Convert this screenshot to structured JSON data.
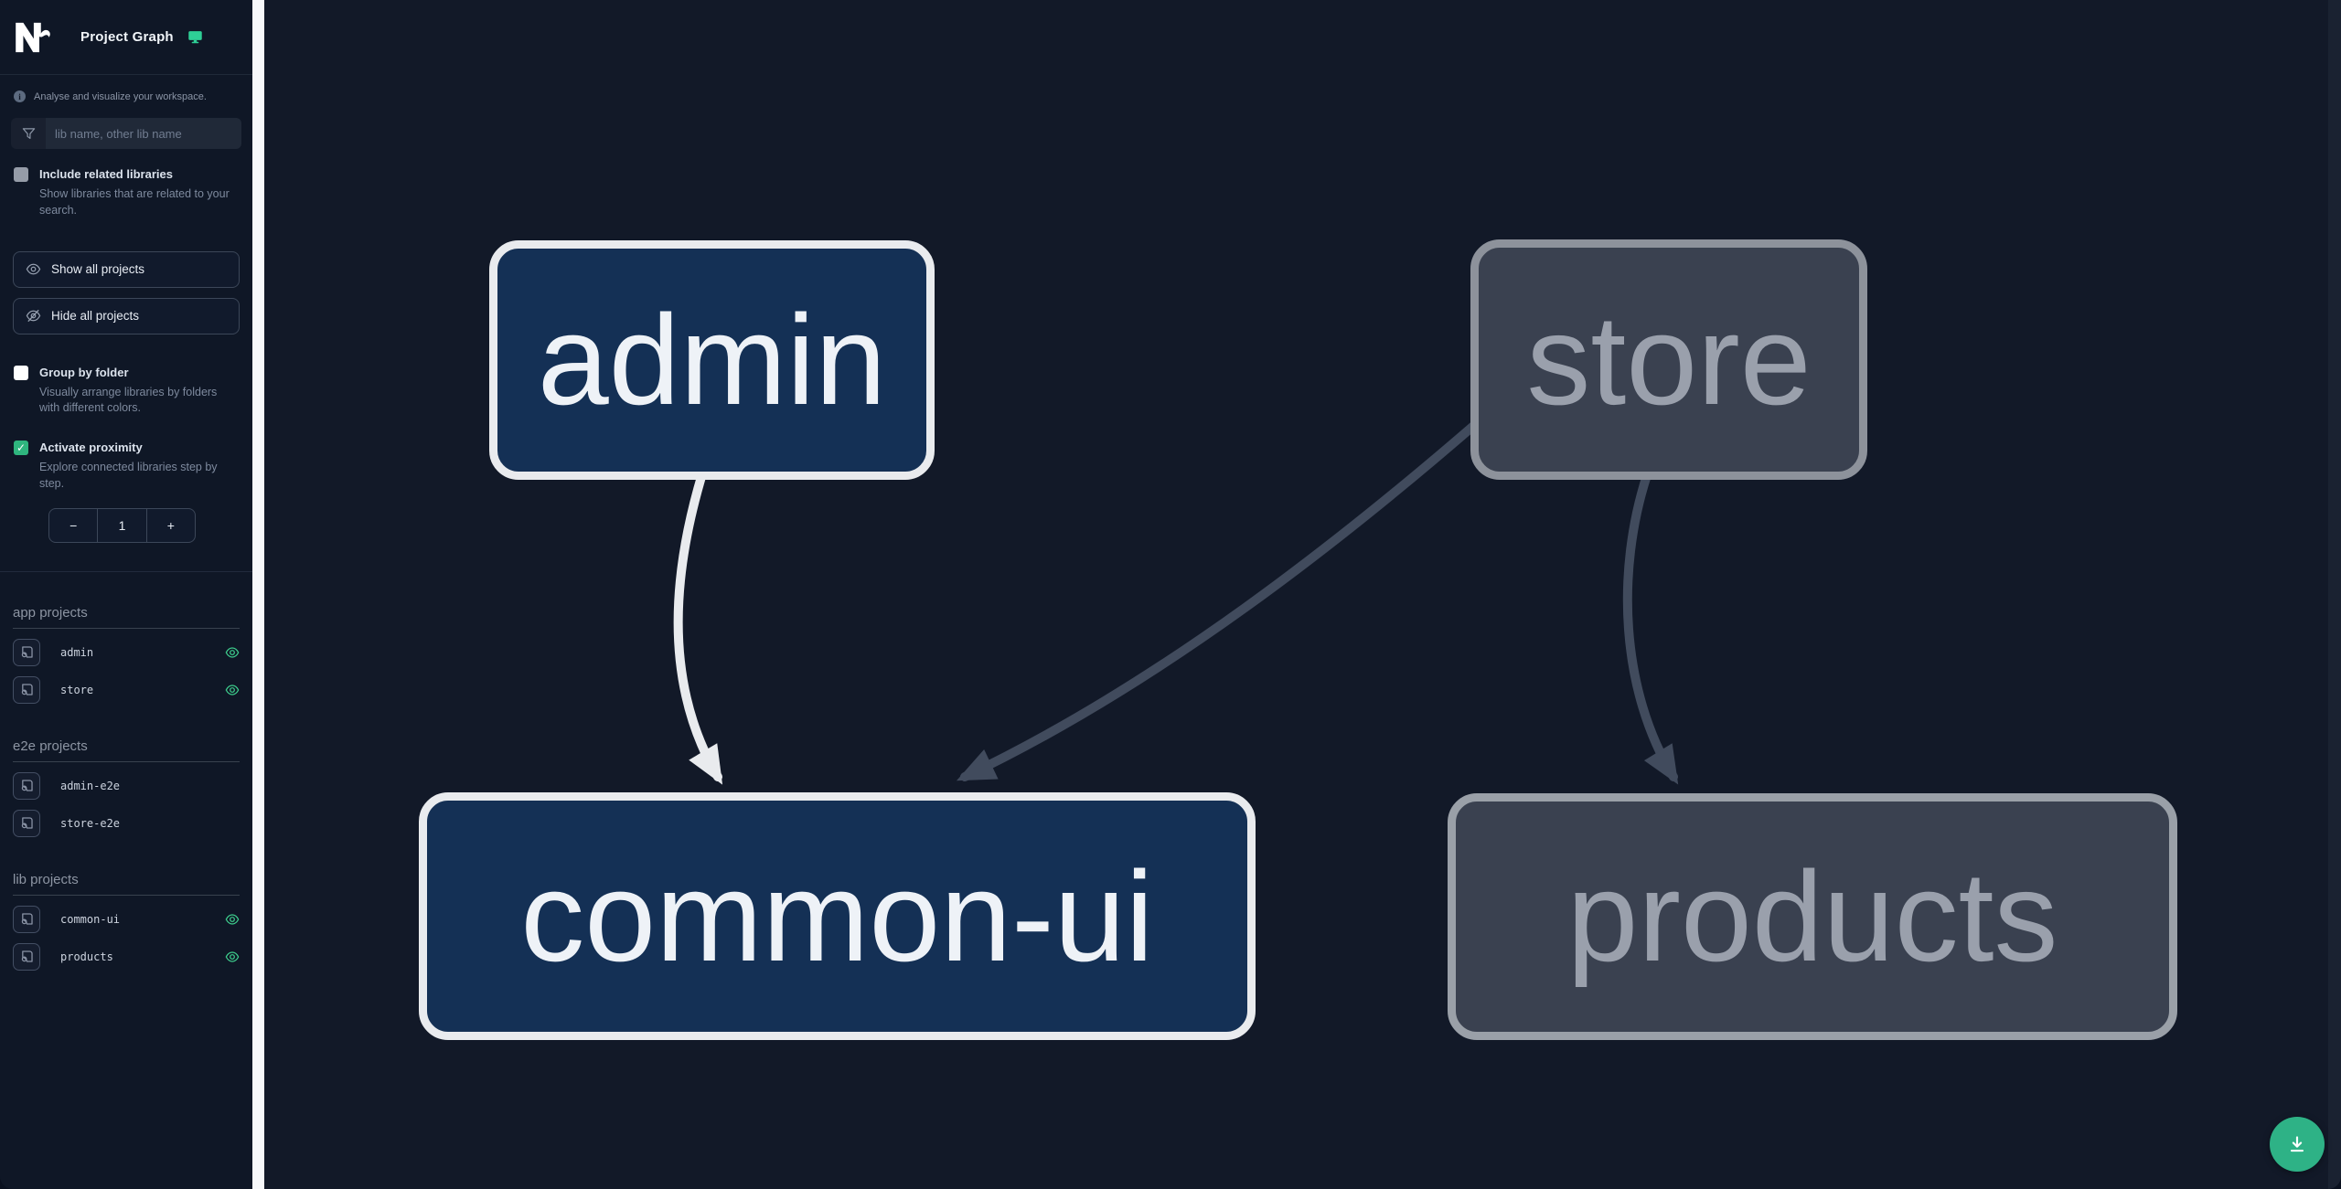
{
  "app": {
    "title": "Project Graph"
  },
  "sidebar": {
    "tagline": "Analyse and visualize your workspace.",
    "search": {
      "placeholder": "lib name, other lib name",
      "value": ""
    },
    "toggles": {
      "related": {
        "label": "Include related libraries",
        "description": "Show libraries that are related to your search.",
        "checked": false
      },
      "group": {
        "label": "Group by folder",
        "description": "Visually arrange libraries by folders with different colors.",
        "checked": false
      },
      "proximity": {
        "label": "Activate proximity",
        "description": "Explore connected libraries step by step.",
        "checked": true,
        "checkmark": "✓"
      }
    },
    "actions": {
      "show_all": "Show all projects",
      "hide_all": "Hide all projects"
    },
    "stepper": {
      "decrement_label": "−",
      "value": "1",
      "increment_label": "+"
    },
    "sections": [
      {
        "title": "app projects",
        "items": [
          {
            "name": "admin",
            "visible": true
          },
          {
            "name": "store",
            "visible": true
          }
        ]
      },
      {
        "title": "e2e projects",
        "items": [
          {
            "name": "admin-e2e",
            "visible": false
          },
          {
            "name": "store-e2e",
            "visible": false
          }
        ]
      },
      {
        "title": "lib projects",
        "items": [
          {
            "name": "common-ui",
            "visible": true
          },
          {
            "name": "products",
            "visible": true
          }
        ]
      }
    ]
  },
  "graph": {
    "nodes": [
      {
        "id": "admin",
        "label": "admin",
        "state": "focused"
      },
      {
        "id": "store",
        "label": "store",
        "state": "unfocused"
      },
      {
        "id": "common-ui",
        "label": "common-ui",
        "state": "focused"
      },
      {
        "id": "products",
        "label": "products",
        "state": "unfocused"
      }
    ],
    "edges": [
      {
        "from": "admin",
        "to": "common-ui",
        "style": "highlighted"
      },
      {
        "from": "store",
        "to": "common-ui",
        "style": "dimmed"
      },
      {
        "from": "store",
        "to": "products",
        "style": "dimmed"
      }
    ]
  },
  "icons": {
    "logo": "nx-logo",
    "header": "monitor-icon",
    "info": "info-icon",
    "search": "funnel-icon",
    "show": "eye-icon",
    "hide": "eye-off-icon",
    "project": "project-icon",
    "visibility": "eye-icon",
    "download": "download-icon"
  },
  "colors": {
    "accent_green": "#2eb286",
    "eye_green": "#3ecf8e",
    "checkbox_green": "#2fb57e",
    "node_focused_fill": "#143055",
    "node_focused_border": "#e9ebee",
    "node_unfocused_fill": "#3a4150",
    "node_unfocused_border": "#8d929b",
    "edge_highlighted": "#e9ebee",
    "edge_dimmed": "#414b5d",
    "sidebar_bg": "#0f1726",
    "canvas_bg": "#121928"
  }
}
